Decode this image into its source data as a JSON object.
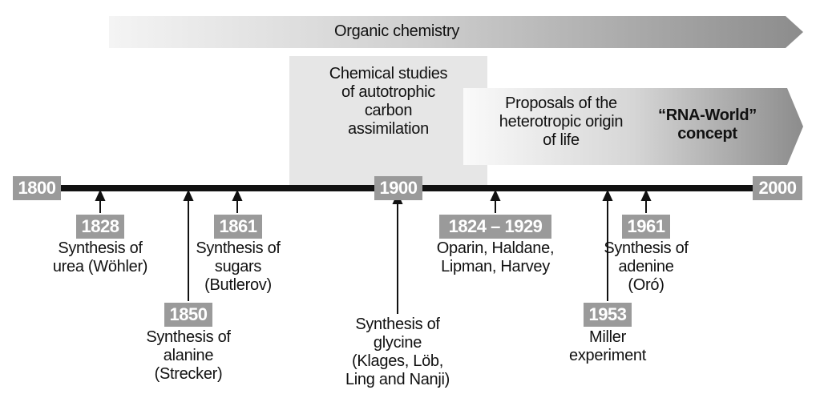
{
  "bands": {
    "organic": "Organic chemistry",
    "autotrophic": [
      "Chemical studies",
      "of autotrophic",
      "carbon",
      "assimilation"
    ],
    "heterotropic": [
      "Proposals of the",
      "heterotropic origin",
      "of life"
    ],
    "rna_world": [
      "“RNA-World”",
      "concept"
    ]
  },
  "axis": {
    "start": "1800",
    "mid": "1900",
    "end": "2000"
  },
  "events": {
    "e1828": {
      "year": "1828",
      "lines": [
        "Synthesis of",
        "urea (Wöhler)"
      ]
    },
    "e1850": {
      "year": "1850",
      "lines": [
        "Synthesis of",
        "alanine",
        "(Strecker)"
      ]
    },
    "e1861": {
      "year": "1861",
      "lines": [
        "Synthesis of",
        "sugars",
        "(Butlerov)"
      ]
    },
    "e1900": {
      "lines": [
        "Synthesis of",
        "glycine",
        "(Klages, Löb,",
        "Ling and Nanji)"
      ]
    },
    "e1924": {
      "year": "1824 – 1929",
      "lines": [
        "Oparin, Haldane,",
        "Lipman, Harvey"
      ]
    },
    "e1953": {
      "year": "1953",
      "lines": [
        "Miller",
        "experiment"
      ]
    },
    "e1961": {
      "year": "1961",
      "lines": [
        "Synthesis of",
        "adenine",
        "(Oró)"
      ]
    }
  },
  "colors": {
    "badge": "#9a9a9a",
    "axis": "#111111",
    "band_light": "#e4e4e4",
    "band_dark": "#8c8c8c"
  }
}
